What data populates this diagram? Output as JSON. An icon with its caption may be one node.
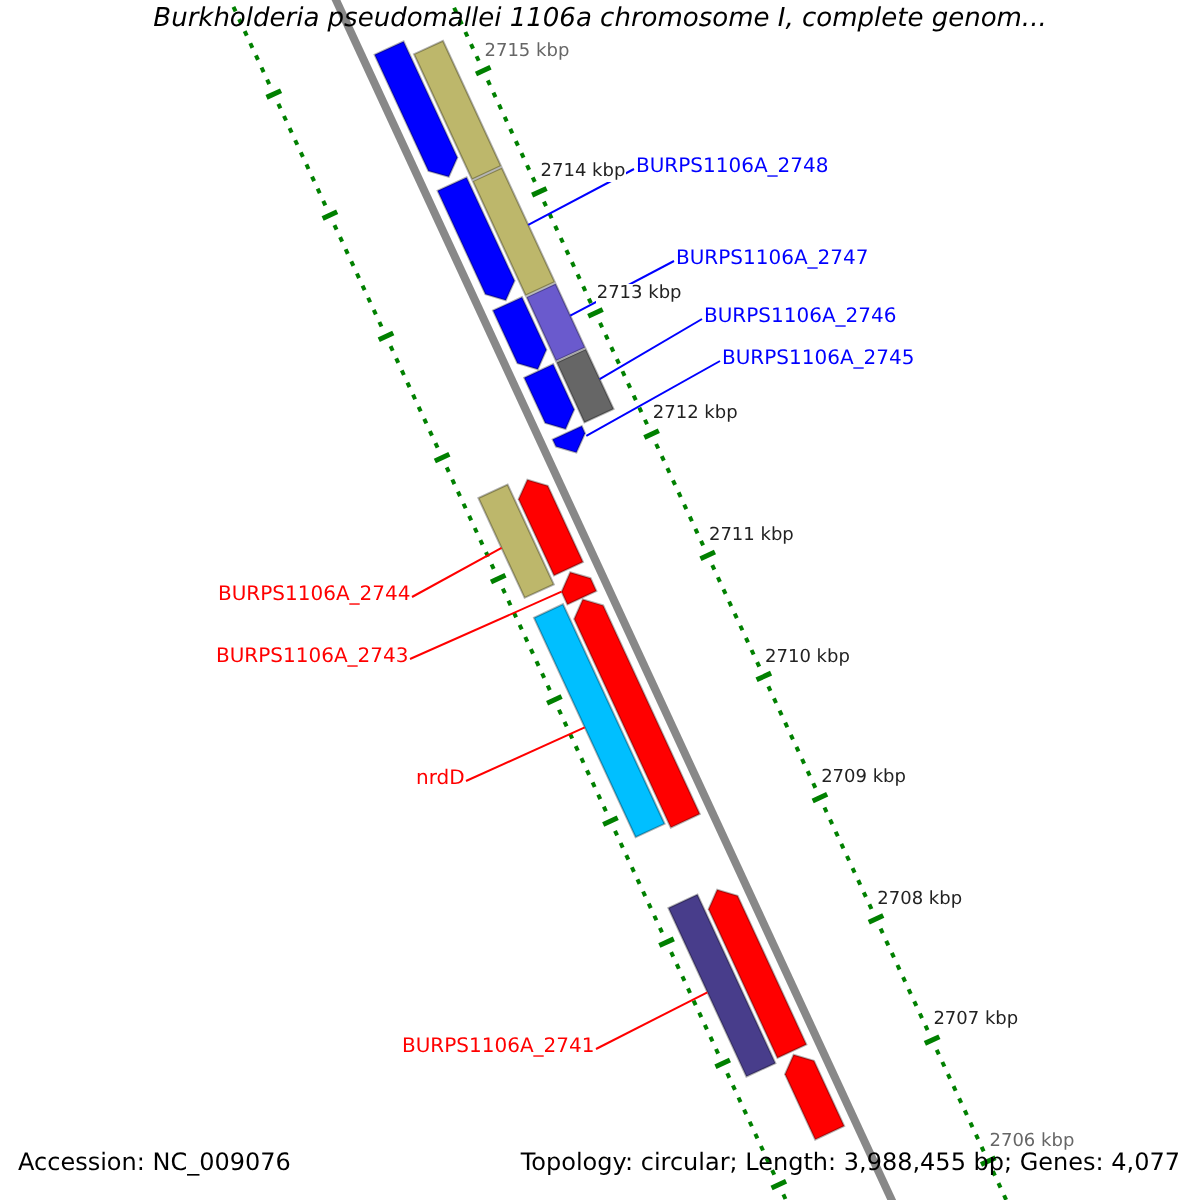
{
  "diagram": {
    "title": "Burkholderia pseudomallei 1106a chromosome I, complete genom...",
    "nodes": [
      {
        "text": [
          "BURPS1106A_2748"
        ]
      },
      {
        "text": [],
        "shape": "bar"
      },
      {
        "text": [
          "BURPS1106A_2747"
        ]
      },
      {
        "text": [],
        "shape": "bar"
      },
      {
        "text": [
          "BURPS1106A_2746"
        ]
      },
      {
        "text": [],
        "shape": "bar"
      },
      {
        "text": [
          "BURPS1106A_2745"
        ]
      },
      {
        "text": [],
        "shape": "arrow"
      },
      {
        "text": [
          "BURPS1106A_2744"
        ]
      },
      {
        "text": [],
        "shape": "bar"
      },
      {
        "text": [
          "BURPS1106A_2743"
        ]
      },
      {
        "text": [],
        "shape": "arrow"
      },
      {
        "text": [
          "nrdD"
        ]
      },
      {
        "text": [],
        "shape": "bar"
      },
      {
        "text": [
          "BURPS1106A_2741"
        ]
      },
      {
        "text": [],
        "shape": "bar"
      },
      {
        "text": [],
        "shape": "arrow"
      },
      {
        "text": [],
        "shape": "bar"
      },
      {
        "text": [],
        "shape": "arrow"
      },
      {
        "text": [],
        "shape": "arrow"
      },
      {
        "text": [],
        "shape": "arrow"
      },
      {
        "text": [],
        "shape": "arrow"
      },
      {
        "text": [],
        "shape": "arrow"
      },
      {
        "text": [],
        "shape": "arrow"
      },
      {
        "text": [],
        "shape": "arrow"
      }
    ],
    "edges": [
      {
        "from": 0,
        "to": 1,
        "arrow": "none",
        "color": "#0000ff"
      },
      {
        "from": 2,
        "to": 3,
        "arrow": "none",
        "color": "#0000ff"
      },
      {
        "from": 4,
        "to": 5,
        "arrow": "none",
        "color": "#0000ff"
      },
      {
        "from": 6,
        "to": 7,
        "arrow": "none",
        "color": "#0000ff"
      },
      {
        "from": 8,
        "to": 9,
        "arrow": "none",
        "color": "#ff0000"
      },
      {
        "from": 10,
        "to": 11,
        "arrow": "none",
        "color": "#ff0000"
      },
      {
        "from": 12,
        "to": 13,
        "arrow": "none",
        "color": "#ff0000"
      },
      {
        "from": 14,
        "to": 15,
        "arrow": "none",
        "color": "#ff0000"
      }
    ],
    "labels": [
      "2715 kbp",
      "2714 kbp",
      "2713 kbp",
      "2712 kbp",
      "2711 kbp",
      "2710 kbp",
      "2709 kbp",
      "2708 kbp",
      "2707 kbp",
      "2706 kbp",
      "Accession: NC_009076",
      "Topology: circular; Length: 3,988,455 bp; Genes: 4,077"
    ]
  }
}
